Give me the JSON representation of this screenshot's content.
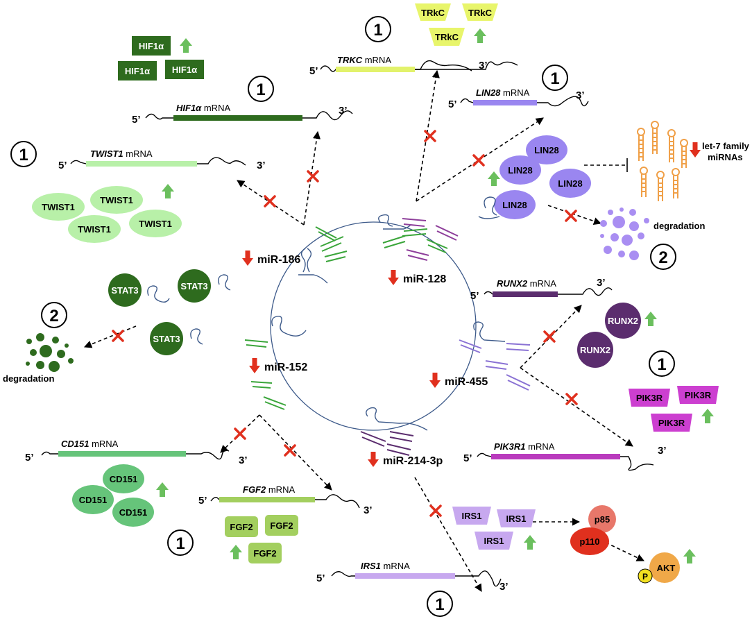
{
  "mirnas": [
    {
      "key": "m186",
      "label": "miR-186"
    },
    {
      "key": "m128",
      "label": "miR-128"
    },
    {
      "key": "m152",
      "label": "miR-152"
    },
    {
      "key": "m455",
      "label": "miR-455"
    },
    {
      "key": "m214",
      "label": "miR-214-3p"
    }
  ],
  "mrnas": [
    {
      "key": "trkc",
      "gene": "TRKC",
      "suffix": " mRNA",
      "five": "5’",
      "three": "3’",
      "color": "#e2f26b"
    },
    {
      "key": "hif1a",
      "gene": "HIF1α",
      "suffix": "  mRNA",
      "five": "5’",
      "three": "3’",
      "color": "#2e6b1e"
    },
    {
      "key": "lin28",
      "gene": "LIN28",
      "suffix": " mRNA",
      "five": "5’",
      "three": "3’",
      "color": "#9a86f0"
    },
    {
      "key": "twist1",
      "gene": "TWIST1",
      "suffix": " mRNA",
      "five": "5’",
      "three": "3’",
      "color": "#b8f0a8"
    },
    {
      "key": "runx2",
      "gene": "RUNX2",
      "suffix": " mRNA",
      "five": "5’",
      "three": "3’",
      "color": "#5b2d6e"
    },
    {
      "key": "pik3r1",
      "gene": "PIK3R1",
      "suffix": " mRNA",
      "five": "5’",
      "three": "3’",
      "color": "#b93bbd"
    },
    {
      "key": "cd151",
      "gene": "CD151",
      "suffix": " mRNA",
      "five": "5’",
      "three": "3’",
      "color": "#66c47a"
    },
    {
      "key": "fgf2",
      "gene": "FGF2",
      "suffix": " mRNA",
      "five": "5’",
      "three": "3’",
      "color": "#a3cf5f"
    },
    {
      "key": "irs1",
      "gene": "IRS1",
      "suffix": "  mRNA",
      "five": "5’",
      "three": "3’",
      "color": "#c7a8ef"
    }
  ],
  "proteins": {
    "trkc": "TRkC",
    "hif1a": "HIF1α",
    "lin28": "LIN28",
    "twist1": "TWIST1",
    "stat3": "STAT3",
    "runx2": "RUNX2",
    "pik3r": "PIK3R",
    "cd151": "CD151",
    "fgf2": "FGF2",
    "irs1": "IRS1",
    "p85": "p85",
    "p110": "p110",
    "akt": "AKT",
    "phospho": "P"
  },
  "markers": {
    "one": "1",
    "two": "2"
  },
  "labels": {
    "degradation": "degradation",
    "let7_line1": "let-7 family",
    "let7_line2": "miRNAs"
  },
  "colors": {
    "up_arrow": "#6bbf5e",
    "down_arrow": "#e0301e",
    "block_x": "#e0301e",
    "circle": "#3d5a8a",
    "stat3": "#2e6b1e",
    "lin28": "#9a86f0",
    "runx2": "#5b2d6e",
    "pik3r": "#cc3fd0",
    "irs1": "#c7a8ef",
    "p85": "#e8776a",
    "p110": "#e0301e",
    "akt": "#f0a848",
    "phospho": "#f2e021",
    "let7": "#f0a048"
  }
}
